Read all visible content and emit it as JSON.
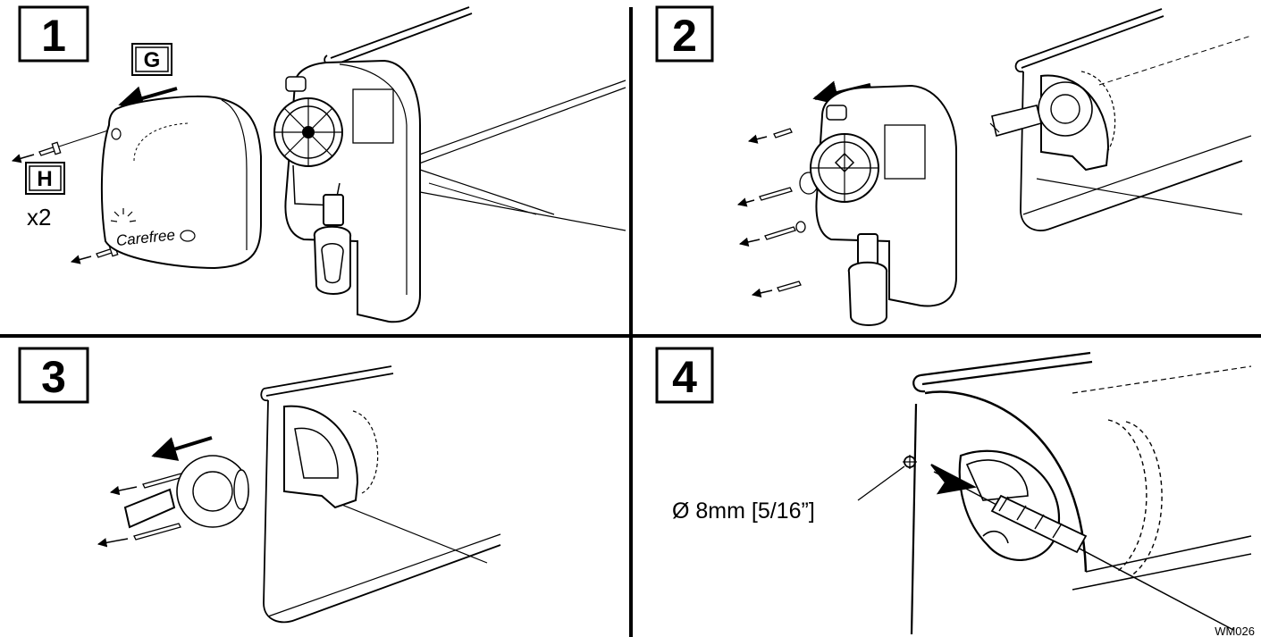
{
  "panels": [
    {
      "step": "1",
      "callouts": [
        {
          "letter": "G"
        },
        {
          "letter": "H"
        }
      ],
      "quantity": "x2",
      "cover_logo": "Carefree"
    },
    {
      "step": "2"
    },
    {
      "step": "3"
    },
    {
      "step": "4",
      "drill_label": "Ø 8mm [5/16”]"
    }
  ],
  "figure_code": "WM026"
}
